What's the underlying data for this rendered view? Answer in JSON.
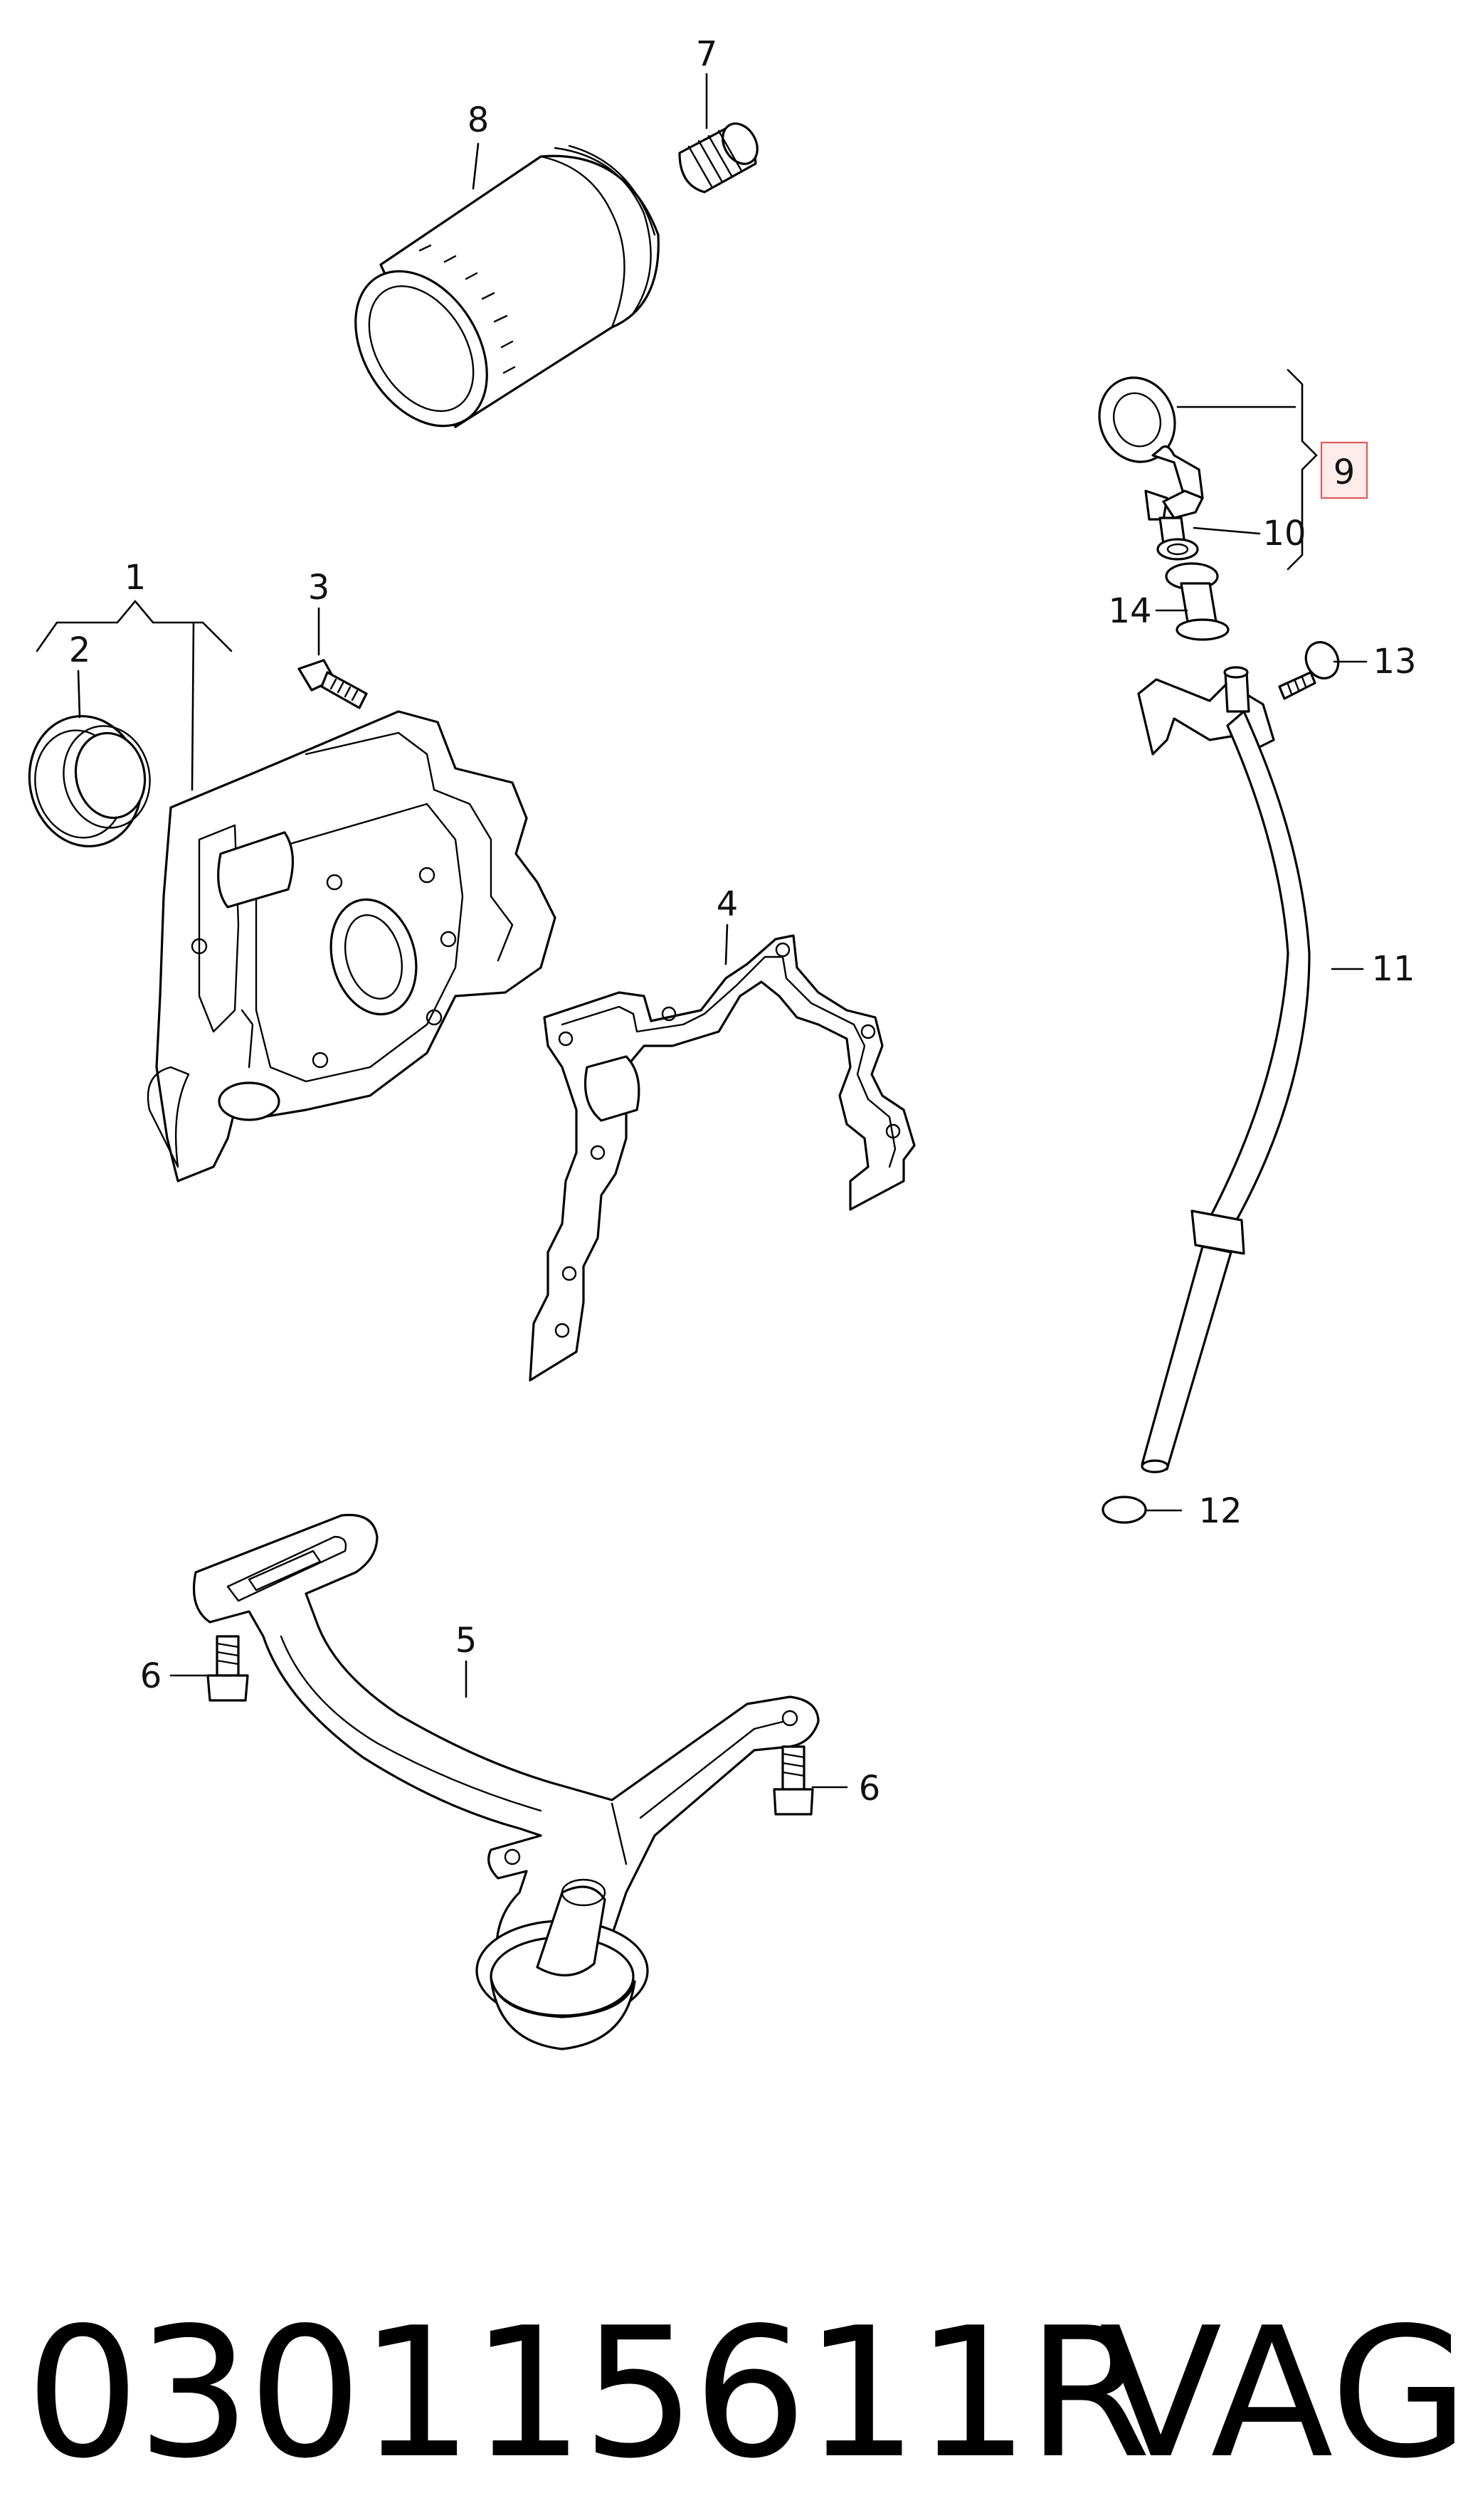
{
  "diagram": {
    "callouts": {
      "c1": "1",
      "c2": "2",
      "c3": "3",
      "c4": "4",
      "c5": "5",
      "c6a": "6",
      "c6b": "6",
      "c7": "7",
      "c8": "8",
      "c9": "9",
      "c10": "10",
      "c11": "11",
      "c12": "12",
      "c13": "13",
      "c14": "14"
    },
    "highlighted_callout": "9",
    "highlight_color": "#e05b5b"
  },
  "caption": {
    "part_number": "030115611R",
    "brand": "VAG"
  }
}
